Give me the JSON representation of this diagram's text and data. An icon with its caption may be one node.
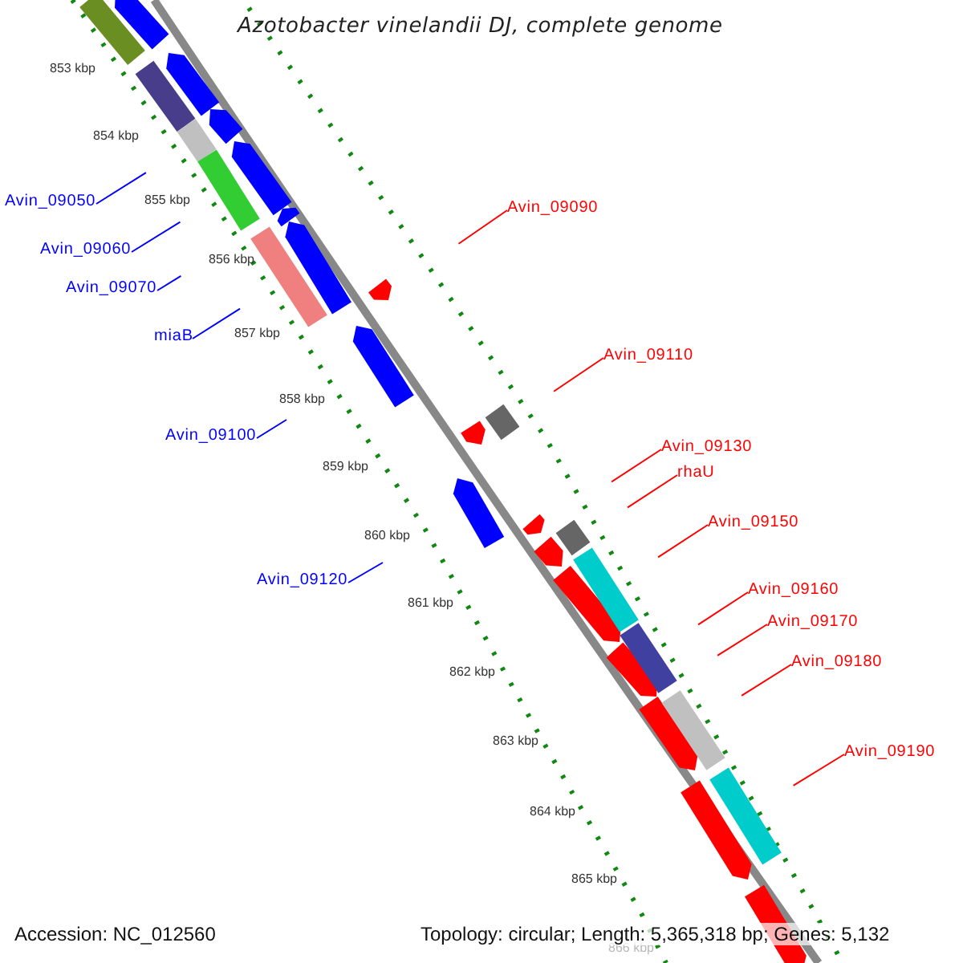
{
  "diagram": {
    "title": "Azotobacter vinelandii DJ, complete genome",
    "nodes": [
      {
        "text": [
          "Avin_09050"
        ]
      },
      {
        "text": [
          "Avin_09090"
        ]
      },
      {
        "text": [
          "Avin_09060"
        ]
      },
      {
        "text": [
          "Avin_09070"
        ]
      },
      {
        "text": [
          "miaB"
        ]
      },
      {
        "text": [
          "Avin_09110"
        ]
      },
      {
        "text": [
          "Avin_09100"
        ]
      },
      {
        "text": [
          "Avin_09130"
        ]
      },
      {
        "text": [
          "rhaU"
        ]
      },
      {
        "text": [
          "Avin_09150"
        ]
      },
      {
        "text": [
          "Avin_09120"
        ]
      },
      {
        "text": [
          "Avin_09160"
        ]
      },
      {
        "text": [
          "Avin_09170"
        ]
      },
      {
        "text": [
          "Avin_09180"
        ]
      },
      {
        "text": [
          "Avin_09190"
        ]
      }
    ],
    "edges": [
      {
        "from": 0,
        "to": null,
        "arrow": "none",
        "color": "#0000ff"
      },
      {
        "from": 1,
        "to": null,
        "arrow": "none"
      },
      {
        "from": 2,
        "to": null,
        "arrow": "none",
        "color": "#0000ff"
      },
      {
        "from": 3,
        "to": null,
        "arrow": "none",
        "color": "#0000ff"
      },
      {
        "from": 4,
        "to": null,
        "arrow": "none",
        "color": "#0000ff"
      },
      {
        "from": 5,
        "to": null,
        "arrow": "none"
      },
      {
        "from": 6,
        "to": null,
        "arrow": "none",
        "color": "#0000ff"
      },
      {
        "from": 7,
        "to": null,
        "arrow": "none"
      },
      {
        "from": 8,
        "to": null,
        "arrow": "none"
      },
      {
        "from": 9,
        "to": null,
        "arrow": "none"
      },
      {
        "from": 10,
        "to": null,
        "arrow": "none",
        "color": "#0000ff"
      },
      {
        "from": 11,
        "to": null,
        "arrow": "none"
      },
      {
        "from": 12,
        "to": null,
        "arrow": "none"
      },
      {
        "from": 13,
        "to": null,
        "arrow": "none"
      },
      {
        "from": 14,
        "to": null,
        "arrow": "none"
      }
    ],
    "labels": [
      "853 kbp",
      "854 kbp",
      "855 kbp",
      "856 kbp",
      "857 kbp",
      "858 kbp",
      "859 kbp",
      "860 kbp",
      "861 kbp",
      "862 kbp",
      "863 kbp",
      "864 kbp",
      "865 kbp",
      "866 kbp",
      "Accession: NC_012560",
      "Topology: circular; Length: 5,365,318 bp; Genes: 5,132"
    ]
  }
}
